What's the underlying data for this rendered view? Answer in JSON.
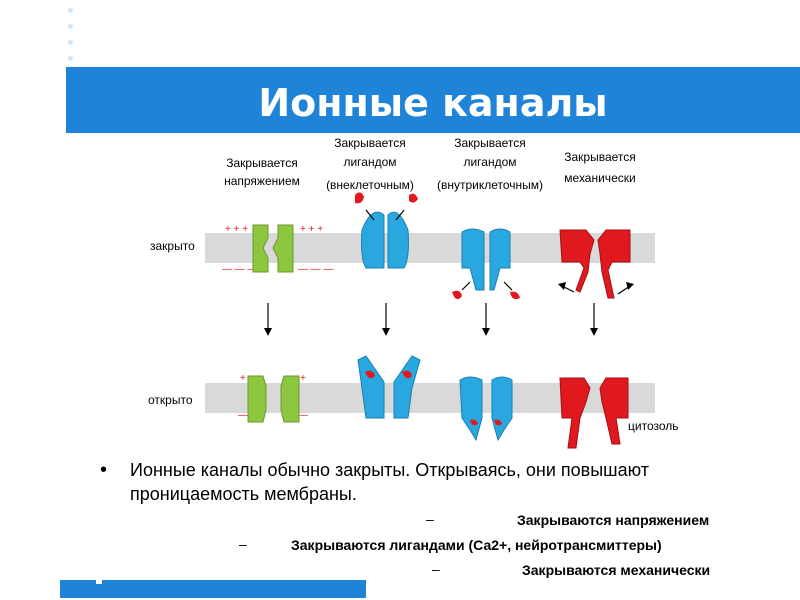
{
  "title": "Ионные каналы",
  "diagram": {
    "column_labels": [
      [
        "Закрывается",
        "напряжением"
      ],
      [
        "Закрывается",
        "лигандом",
        "(внеклеточным)"
      ],
      [
        "Закрывается",
        "лигандом",
        "(внутриклеточным)"
      ],
      [
        "Закрывается",
        "механически"
      ]
    ],
    "row_labels": {
      "closed": "закрыто",
      "open": "открыто"
    },
    "charge_plus": "+ + +",
    "charge_minus": "— — —",
    "plus_single": "+",
    "minus_single": "—",
    "cytosol_label": "цитозоль",
    "colors": {
      "green": "#8dc63f",
      "blue": "#29a8e0",
      "red": "#e0191f",
      "membrane": "#d9d9d9",
      "charge": "#e0191f"
    }
  },
  "bullets": {
    "main": "Ионные каналы обычно закрыты. Открываясь, они повышают проницаемость мембраны.",
    "dash": "–",
    "subs": [
      "Закрываются напряжением",
      "Закрываются лигандами (Са2+, нейротрансмиттеры)",
      "Закрываются механически"
    ]
  }
}
